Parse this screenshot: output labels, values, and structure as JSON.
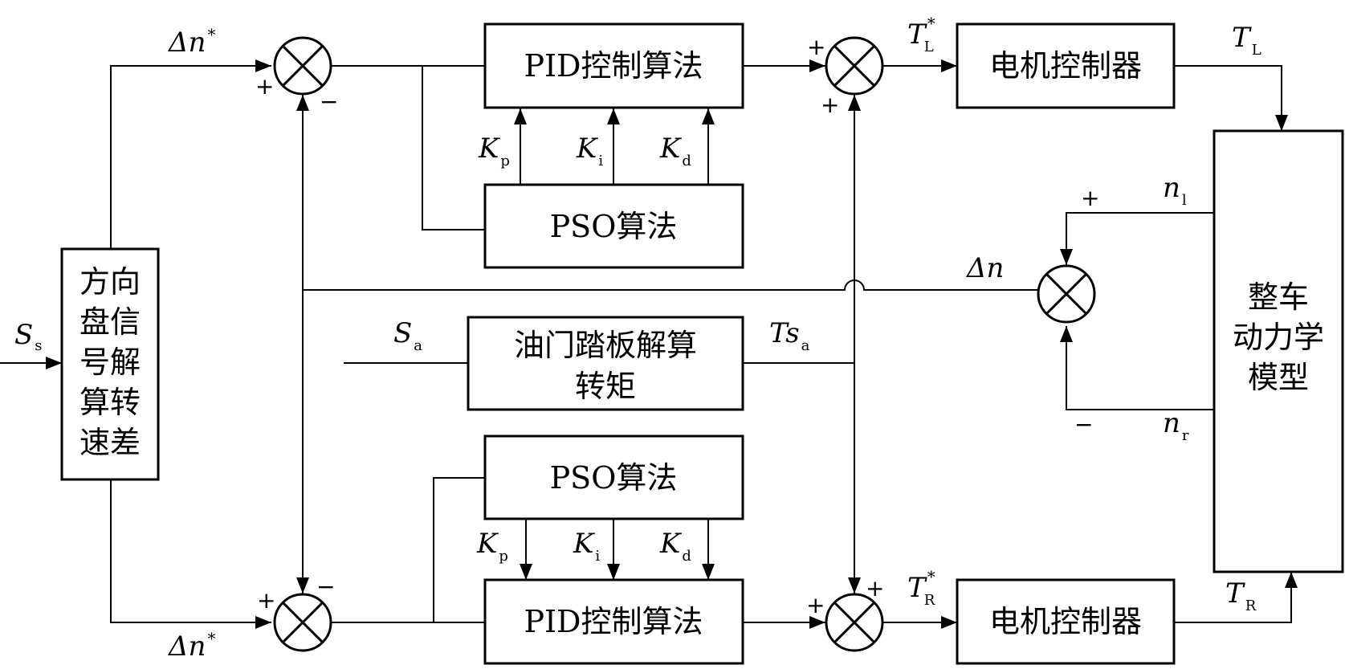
{
  "blocks": {
    "steering": [
      "方向",
      "盘信",
      "号解",
      "算转",
      "速差"
    ],
    "pid_top": "PID控制算法",
    "pso_top": "PSO算法",
    "motor_left": "电机控制器",
    "throttle": [
      "油门踏板解算",
      "转矩"
    ],
    "pso_bottom": "PSO算法",
    "pid_bottom": "PID控制算法",
    "motor_right": "电机控制器",
    "vehicle": [
      "整车",
      "动力学",
      "模型"
    ]
  },
  "signals": {
    "Ss": {
      "main": "S",
      "sub": "s"
    },
    "dn_star_top": {
      "main": "Δn",
      "sup": "*"
    },
    "dn_star_bottom": {
      "main": "Δn",
      "sup": "*"
    },
    "TL_star": {
      "main": "T",
      "sub": "L",
      "sup": "*"
    },
    "TL": {
      "main": "T",
      "sub": "L"
    },
    "TR_star": {
      "main": "T",
      "sub": "R",
      "sup": "*"
    },
    "TR": {
      "main": "T",
      "sub": "R"
    },
    "nl": {
      "main": "n",
      "sub": "l"
    },
    "nr": {
      "main": "n",
      "sub": "r"
    },
    "dn": {
      "main": "Δn"
    },
    "Sa": {
      "main": "S",
      "sub": "a"
    },
    "Tsa": {
      "main": "Ts",
      "sub": "a"
    },
    "Kp_top": {
      "main": "K",
      "sub": "p"
    },
    "Ki_top": {
      "main": "K",
      "sub": "i"
    },
    "Kd_top": {
      "main": "K",
      "sub": "d"
    },
    "Kp_bottom": {
      "main": "K",
      "sub": "p"
    },
    "Ki_bottom": {
      "main": "K",
      "sub": "i"
    },
    "Kd_bottom": {
      "main": "K",
      "sub": "d"
    }
  },
  "signs": {
    "sj1_left": "+",
    "sj1_bottom": "−",
    "sj2_left": "+",
    "sj2_bottom": "+",
    "sj3_top": "+",
    "sj3_bottom": "−",
    "sj4_left": "+",
    "sj4_top": "−",
    "sj5_left": "+",
    "sj5_top": "+"
  }
}
